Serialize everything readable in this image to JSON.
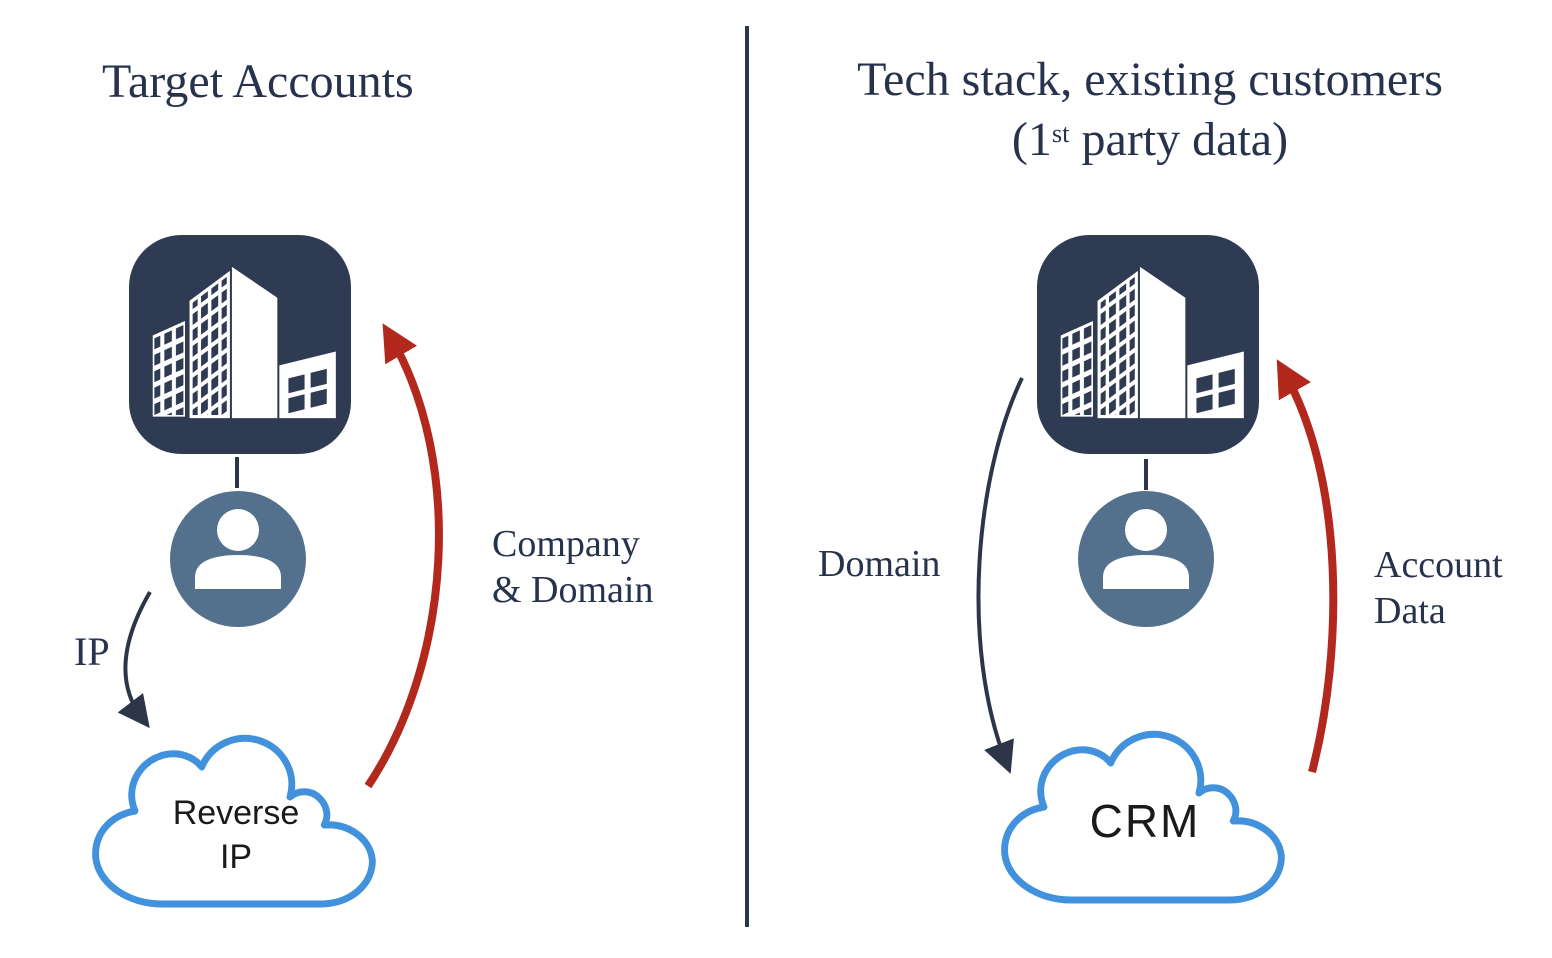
{
  "colors": {
    "navy_text": "#27324d",
    "icon_navy": "#2e3b53",
    "person_blue": "#53718d",
    "cloud_stroke": "#4191dc",
    "cloud_text": "#1a1a1a",
    "arrow_red": "#b3281c",
    "arrow_dark": "#2c3648",
    "background": "#ffffff"
  },
  "icons": {
    "left_building": "building-icon",
    "left_person": "person-icon",
    "left_cloud": "cloud-shape",
    "right_building": "building-icon",
    "right_person": "person-icon",
    "right_cloud": "cloud-shape"
  },
  "left_panel": {
    "title": "Target Accounts",
    "flow_label": "IP",
    "cloud": {
      "line1": "Reverse",
      "line2": "IP"
    },
    "return_label": {
      "line1": "Company",
      "line2": "& Domain"
    }
  },
  "right_panel": {
    "title": {
      "line1": "Tech stack, existing customers",
      "line2_pre": "(1",
      "line2_sup": "st",
      "line2_post": " party data)"
    },
    "flow_label": "Domain",
    "cloud": {
      "label": "CRM"
    },
    "return_label": {
      "line1": "Account",
      "line2": "Data"
    }
  }
}
